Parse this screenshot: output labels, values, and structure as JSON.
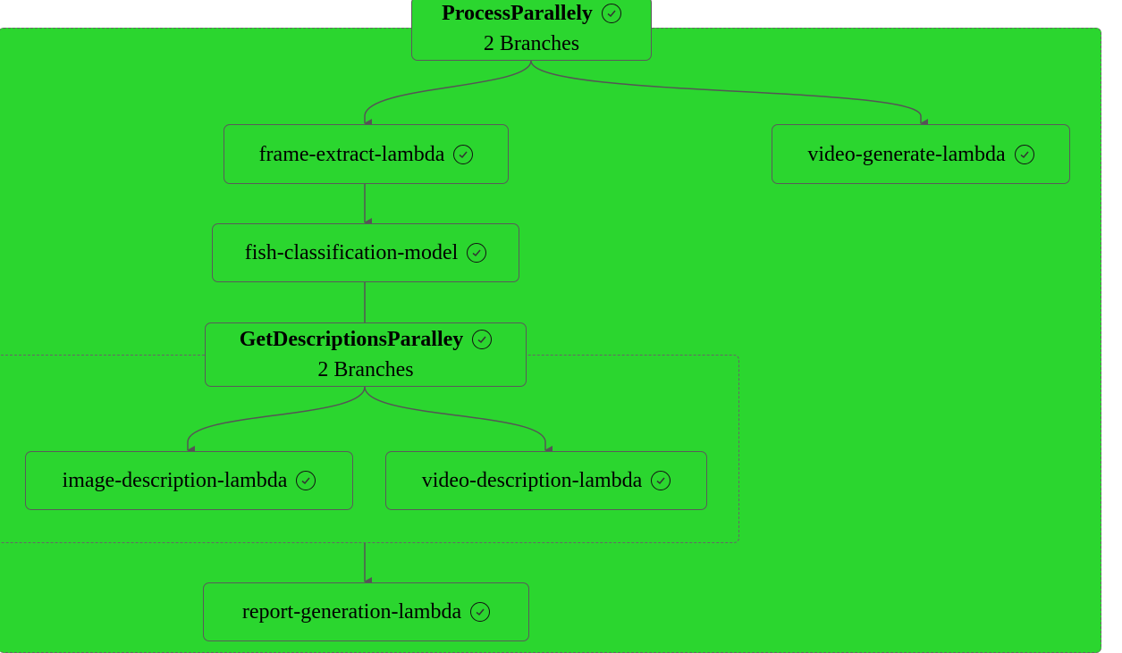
{
  "colors": {
    "success_fill": "#2bd62f",
    "border": "#5a5a5a"
  },
  "nodes": {
    "process_parallely": {
      "title": "ProcessParallely",
      "subtitle": "2 Branches",
      "status_icon": "check-circle-icon"
    },
    "frame_extract": {
      "label": "frame-extract-lambda",
      "status_icon": "check-circle-icon"
    },
    "video_generate": {
      "label": "video-generate-lambda",
      "status_icon": "check-circle-icon"
    },
    "fish_classification": {
      "label": "fish-classification-model",
      "status_icon": "check-circle-icon"
    },
    "get_descriptions": {
      "title": "GetDescriptionsParalley",
      "subtitle": "2 Branches",
      "status_icon": "check-circle-icon"
    },
    "image_description": {
      "label": "image-description-lambda",
      "status_icon": "check-circle-icon"
    },
    "video_description": {
      "label": "video-description-lambda",
      "status_icon": "check-circle-icon"
    },
    "report_generation": {
      "label": "report-generation-lambda",
      "status_icon": "check-circle-icon"
    }
  }
}
